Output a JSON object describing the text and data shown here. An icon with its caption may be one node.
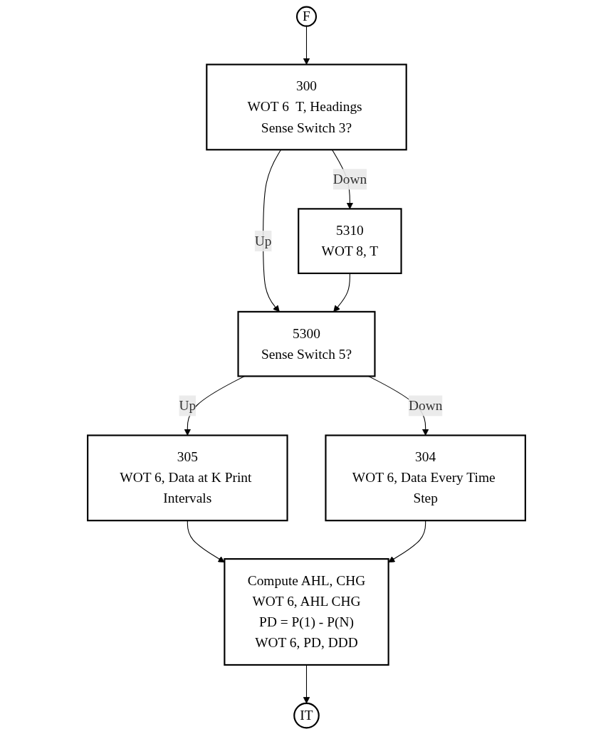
{
  "diagram": {
    "nodes": [
      {
        "text": [
          "F"
        ]
      },
      {
        "text": [
          "300",
          "WOT 6  T, Headings Sense Switch 3?"
        ]
      },
      {
        "text": [
          "5310",
          "WOT 8, T"
        ]
      },
      {
        "text": [
          "5300",
          "Sense Switch 5?"
        ]
      },
      {
        "text": [
          "304",
          "WOT 6, Data Every Time Step"
        ]
      },
      {
        "text": [
          "305",
          "WOT 6, Data at K Print Intervals"
        ]
      },
      {
        "text": [
          "Compute AHL, CHG",
          "WOT 6, AHL CHG",
          "PD = P(1) - P(N)",
          "WOT 6, PD, DDD"
        ]
      },
      {
        "text": [
          "IT"
        ]
      }
    ],
    "edges": [
      {
        "from": 0,
        "to": 1,
        "arrow": "to"
      },
      {
        "from": 1,
        "to": 2,
        "arrow": "to",
        "label": "Down"
      },
      {
        "from": 1,
        "to": 3,
        "arrow": "to",
        "label": "Up"
      },
      {
        "from": 2,
        "to": 3,
        "arrow": "to"
      },
      {
        "from": 3,
        "to": 4,
        "arrow": "to",
        "label": "Down"
      },
      {
        "from": 3,
        "to": 5,
        "arrow": "to",
        "label": "Up"
      },
      {
        "from": 5,
        "to": 6,
        "arrow": "to"
      },
      {
        "from": 4,
        "to": 6,
        "arrow": "to"
      },
      {
        "from": 6,
        "to": 7,
        "arrow": "to"
      }
    ]
  }
}
